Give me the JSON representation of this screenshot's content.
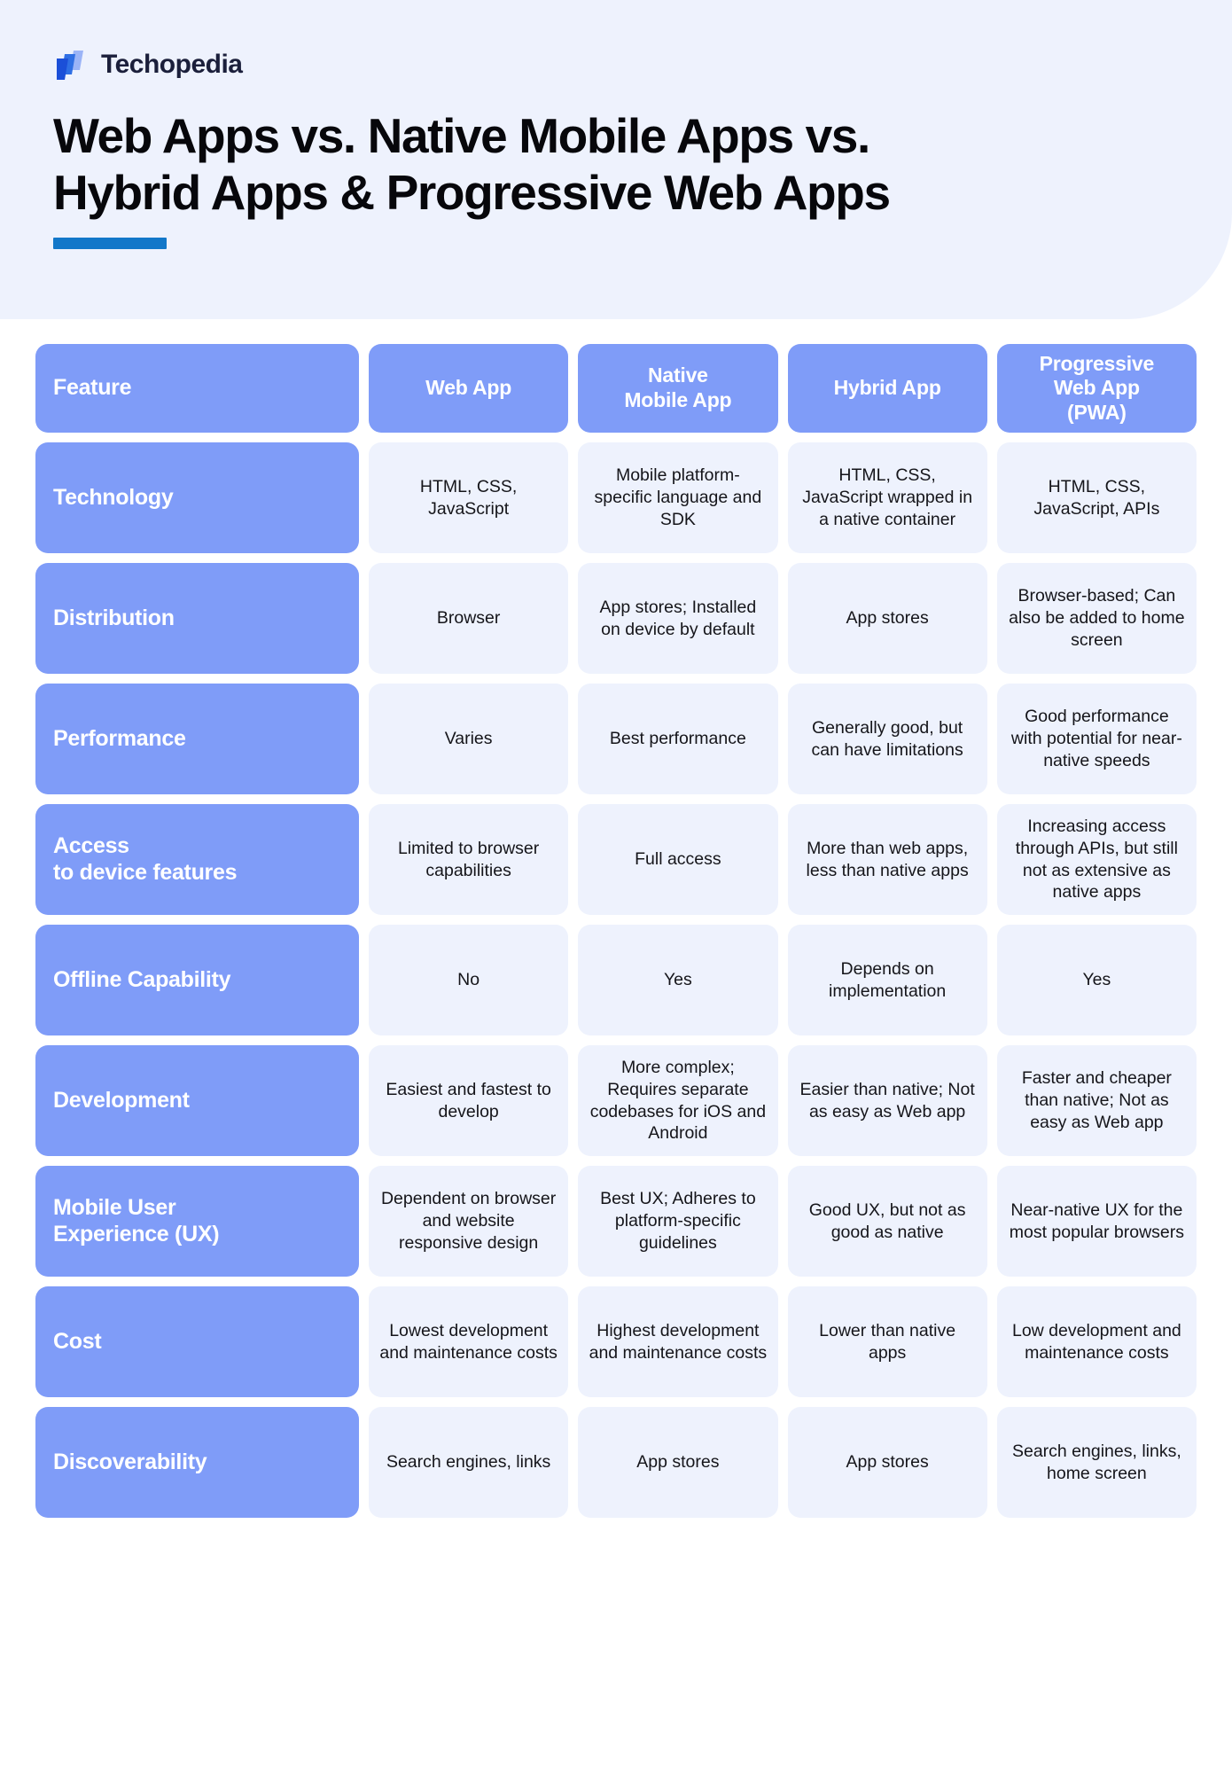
{
  "brand": {
    "name": "Techopedia",
    "logo_icon": "techopedia-parallelogram-logo",
    "logo_colors": [
      "#1b4fd8",
      "#2f6fe4",
      "#9bb4f7"
    ]
  },
  "header": {
    "title": "Web Apps vs. Native Mobile Apps vs. Hybrid Apps & Progressive Web Apps",
    "title_line_1": "Web Apps vs. Native Mobile Apps vs.",
    "title_line_2": "Hybrid Apps & Progressive Web Apps",
    "accent_color": "#1277c9",
    "panel_bg": "#eef2fd"
  },
  "colors": {
    "header_cell": "#7f9cf8",
    "data_cell": "#eef2fd",
    "text_dark": "#15151a",
    "text_light": "#ffffff"
  },
  "table": {
    "columns": [
      "Feature",
      "Web App",
      "Native\nMobile App",
      "Hybrid App",
      "Progressive\nWeb App\n(PWA)"
    ],
    "column_labels": {
      "feature": "Feature",
      "web_app": "Web App",
      "native_mobile_app_line1": "Native",
      "native_mobile_app_line2": "Mobile App",
      "hybrid_app": "Hybrid App",
      "pwa_line1": "Progressive",
      "pwa_line2": "Web App",
      "pwa_line3": "(PWA)"
    },
    "rows": [
      {
        "feature": "Technology",
        "web_app": "HTML, CSS, JavaScript",
        "native_mobile_app": "Mobile platform-specific language and SDK",
        "hybrid_app": "HTML, CSS, JavaScript wrapped in a native container",
        "pwa": "HTML, CSS, JavaScript, APIs"
      },
      {
        "feature": "Distribution",
        "web_app": "Browser",
        "native_mobile_app": "App stores; Installed on device by default",
        "hybrid_app": "App stores",
        "pwa": "Browser-based; Can also be added to home screen"
      },
      {
        "feature": "Performance",
        "web_app": "Varies",
        "native_mobile_app": "Best performance",
        "hybrid_app": "Generally good, but can have limitations",
        "pwa": "Good performance with potential for near-native speeds"
      },
      {
        "feature": "Access\nto device features",
        "feature_line1": "Access",
        "feature_line2": "to device features",
        "web_app": "Limited to browser capabilities",
        "native_mobile_app": "Full access",
        "hybrid_app": "More than web apps, less than native apps",
        "pwa": "Increasing access through APIs, but still not as extensive as native apps"
      },
      {
        "feature": "Offline Capability",
        "web_app": "No",
        "native_mobile_app": "Yes",
        "hybrid_app": "Depends on implementation",
        "pwa": "Yes"
      },
      {
        "feature": "Development",
        "web_app": "Easiest and fastest to develop",
        "native_mobile_app": "More complex; Requires separate codebases for iOS and Android",
        "hybrid_app": "Easier than native; Not as easy as Web app",
        "pwa": "Faster and cheaper than native; Not as easy as Web app"
      },
      {
        "feature": "Mobile User\nExperience (UX)",
        "feature_line1": "Mobile User",
        "feature_line2": "Experience (UX)",
        "web_app": "Dependent on browser and website responsive design",
        "native_mobile_app": "Best UX; Adheres to platform-specific guidelines",
        "hybrid_app": "Good UX, but not as good as native",
        "pwa": "Near-native UX for the most popular browsers"
      },
      {
        "feature": "Cost",
        "web_app": "Lowest development and maintenance costs",
        "native_mobile_app": "Highest development and maintenance costs",
        "hybrid_app": "Lower than native apps",
        "pwa": "Low development and maintenance costs"
      },
      {
        "feature": "Discoverability",
        "web_app": "Search engines, links",
        "native_mobile_app": "App stores",
        "hybrid_app": "App stores",
        "pwa": "Search engines, links, home screen"
      }
    ]
  }
}
